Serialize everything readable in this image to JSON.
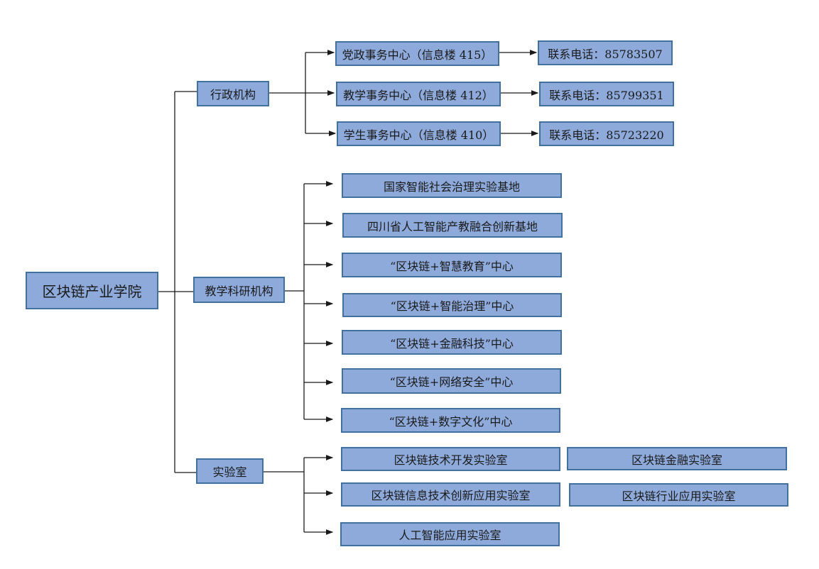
{
  "root": {
    "label": "区块链产业学院"
  },
  "branches": [
    {
      "label": "行政机构",
      "children": [
        {
          "label": "党政事务中心（信息楼 415）",
          "contact": "联系电话：85783507"
        },
        {
          "label": "教学事务中心（信息楼 412）",
          "contact": "联系电话：85799351"
        },
        {
          "label": "学生事务中心（信息楼 410）",
          "contact": "联系电话：85723220"
        }
      ]
    },
    {
      "label": "教学科研机构",
      "children": [
        {
          "label": "国家智能社会治理实验基地"
        },
        {
          "label": "四川省人工智能产教融合创新基地"
        },
        {
          "label": "“区块链+智慧教育”中心"
        },
        {
          "label": "“区块链+智能治理”中心"
        },
        {
          "label": "“区块链+金融科技”中心"
        },
        {
          "label": "“区块链+网络安全”中心"
        },
        {
          "label": "“区块链+数字文化”中心"
        }
      ]
    },
    {
      "label": "实验室",
      "children": [
        {
          "label": "区块链技术开发实验室"
        },
        {
          "label": "区块链信息技术创新应用实验室"
        },
        {
          "label": "人工智能应用实验室"
        }
      ],
      "extra": [
        {
          "label": "区块链金融实验室"
        },
        {
          "label": "区块链行业应用实验室"
        }
      ]
    }
  ],
  "colors": {
    "box_fill": "#8eaadb",
    "box_border": "#41719c",
    "line": "#1a1a1a"
  }
}
